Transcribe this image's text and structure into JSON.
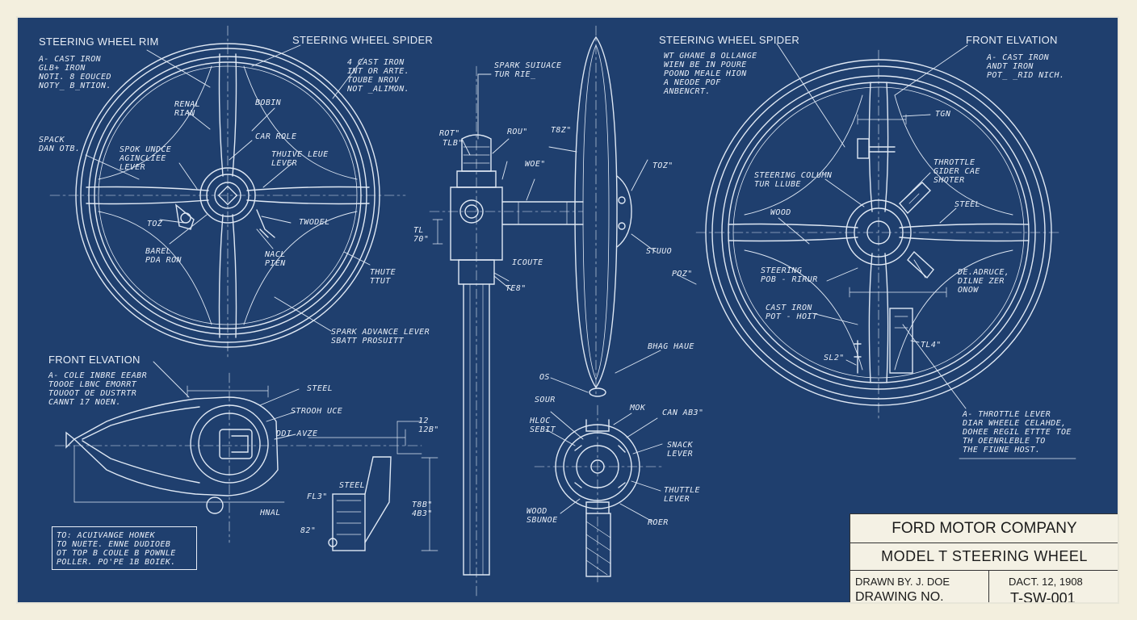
{
  "labels": {
    "rim_title": "STEERING WHEEL RIM",
    "rim_note": "A- CAST IRON\nGLB+ IRON\nNOTI. 8 EOUCED\nNOTY_ B_NTION.",
    "spider_title": "STEERING WHEEL SPIDER",
    "spider_note": "4 CAST IRON\nINT OR ARTE.\nTOUBE NROV\nNOT _ALIMON.",
    "renal_rian": "RENAL\nRIAN",
    "bobin": "BOBIN",
    "spark_dan": "SPACK\nDAN OTB.",
    "car_role": "CAR ROLE",
    "spok_lever": "SPOK UNDCE\nAGINCLIEE\nLEVER",
    "throttle_lever_mid": "THUIVE LEUE\nLEVER",
    "toz": "TOZ",
    "twodel": "TWODEL",
    "barel_pda": "BAREL\nPDA RON",
    "nacl_pien": "NACL\nPIEN",
    "thute_tut": "THUTE\nTTUT",
    "spark_adv": "SPARK ADVANCE LEVER\nSBATT PROSUITT",
    "front_elev_left": "FRONT ELVATION",
    "fe_note": "A- COLE INBRE EEABR\nTOOOE LBNC EMORRT\nTOUOOT OE DUSTRTR\nCANNT 17 NOEN.",
    "steel_left": "STEEL",
    "strooh_uce": "STROOH UCE",
    "ddi_avze": "DDI AVZE",
    "dim_12": "12\n12B\"",
    "dim_88": "T8B\"\n4B3\"",
    "fl3": "FL3\"",
    "steel_small": "STEEL",
    "dim_82": "82\"",
    "hnal": "HNAL",
    "note_box": "TO: ACUIVANGE HONEK\nTO NUETE. ENNE DUDIOEB\nOT TOP B COULE B POWNLE\nPOLLER. PO'PE 1B BOIEK.",
    "spark_mid": "SPARK SUIUACE\nTUR RIE_",
    "rot": "ROT\"",
    "tlb": "TLB\"",
    "rou": "ROU\"",
    "t8z": "T8Z\"",
    "woe": "WOE\"",
    "dim_70": "TL\n70\"",
    "toz_right": "TOZ\"",
    "icoute": "ICOUTE",
    "te": "TE8\"",
    "stuuo": "STUUO",
    "bhag": "BHAG HAUE",
    "os": "OS",
    "sour": "SOUR",
    "hloc_sebit": "HLOC\nSEBIT",
    "mok": "MOK",
    "can_ab": "CAN AB3\"",
    "snack_lever": "SNACK\nLEVER",
    "throttle_lever_small": "THUTTLE\nLEVER",
    "wood_small": "WOOD\nSBUNOE",
    "roer": "ROER",
    "spider_title_right": "STEERING WHEEL SPIDER",
    "spider_note_right": "WT GHANE B OLLANGE\nWIEN BE IN POURE\nPOOND MEALE HION\nA NEODE POF\nANBENCRT.",
    "front_elev_right": "FRONT ELVATION",
    "fe_note_right": "A- CAST IRON\nANDT IRON\nPOT_ _RID NICH.",
    "tgn": "TGN",
    "throttle_gider": "THROTTLE\nGIDER CAE\nSHOTER",
    "steering_column": "STEERING COLUMN\nTUR LLUBE",
    "steel_right": "STEEL",
    "wood_right": "WOOD",
    "steering_pob": "STEERING\nPOB - RIRUR",
    "deadruce": "DE.ADRUCE,\nDILNE ZER\nONOW",
    "poz": "POZ\"",
    "cast_iron_pot": "CAST IRON\nPOT - HOIT",
    "sl2": "SL2\"",
    "tl4": "TL4\"",
    "throttle_note": "A- THROTTLE LEVER\nDIAR WHEELE CELAHDE,\nDOHEE REGIL ETTTE TOE\nTH OEENRLEBLE TO\nTHE FIUNE HOST."
  },
  "title_block": {
    "company": "FORD MOTOR COMPANY",
    "title": "MODEL T STEERING WHEEL",
    "drawn_by": "DRAWN BY. J. DOE",
    "drawing_no_label": "DRAWING NO.",
    "date": "DACT. 12, 1908",
    "drawing_no": "T-SW-001"
  }
}
